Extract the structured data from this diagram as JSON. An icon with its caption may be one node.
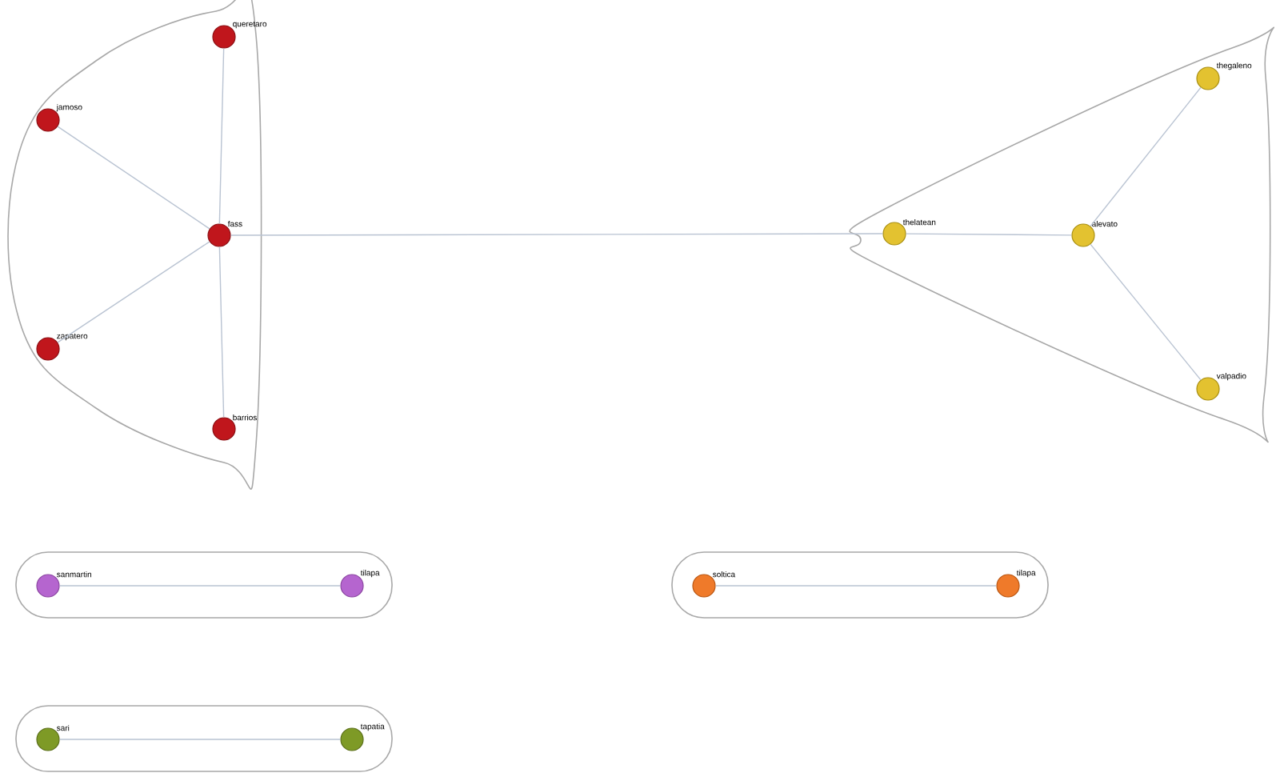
{
  "diagram": {
    "nodes": [
      {
        "text": [],
        "shape": "outline"
      },
      {
        "text": [
          "queretaro"
        ],
        "in": 0
      },
      {
        "text": [
          "jamoso"
        ],
        "in": 0
      },
      {
        "text": [
          "fass"
        ],
        "in": 0
      },
      {
        "text": [
          "zapatero"
        ],
        "in": 0
      },
      {
        "text": [
          "barrios"
        ],
        "in": 0
      },
      {
        "text": [],
        "shape": "outline"
      },
      {
        "text": [
          "thelatean"
        ],
        "in": 6
      },
      {
        "text": [
          "alevato"
        ],
        "in": 6
      },
      {
        "text": [
          "thegaleno"
        ],
        "in": 6
      },
      {
        "text": [
          "valpadio"
        ],
        "in": 6
      },
      {
        "text": [],
        "shape": "outline"
      },
      {
        "text": [
          "sanmartin"
        ],
        "in": 11
      },
      {
        "text": [
          "tilapa"
        ],
        "in": 11
      },
      {
        "text": [],
        "shape": "outline"
      },
      {
        "text": [
          "soltica"
        ],
        "in": 14
      },
      {
        "text": [
          "tilapa"
        ],
        "in": 14
      },
      {
        "text": [],
        "shape": "outline"
      },
      {
        "text": [
          "sari"
        ],
        "in": 17
      },
      {
        "text": [
          "tapatia"
        ],
        "in": 17
      }
    ],
    "edges": [
      {
        "from": 3,
        "to": 1,
        "arrow": "none"
      },
      {
        "from": 3,
        "to": 2,
        "arrow": "none"
      },
      {
        "from": 3,
        "to": 4,
        "arrow": "none"
      },
      {
        "from": 3,
        "to": 5,
        "arrow": "none"
      },
      {
        "from": 3,
        "to": 7,
        "arrow": "none"
      },
      {
        "from": 7,
        "to": 8,
        "arrow": "none"
      },
      {
        "from": 8,
        "to": 9,
        "arrow": "none"
      },
      {
        "from": 8,
        "to": 10,
        "arrow": "none"
      },
      {
        "from": 12,
        "to": 13,
        "arrow": "none"
      },
      {
        "from": 15,
        "to": 16,
        "arrow": "none"
      },
      {
        "from": 18,
        "to": 19,
        "arrow": "none"
      }
    ]
  }
}
